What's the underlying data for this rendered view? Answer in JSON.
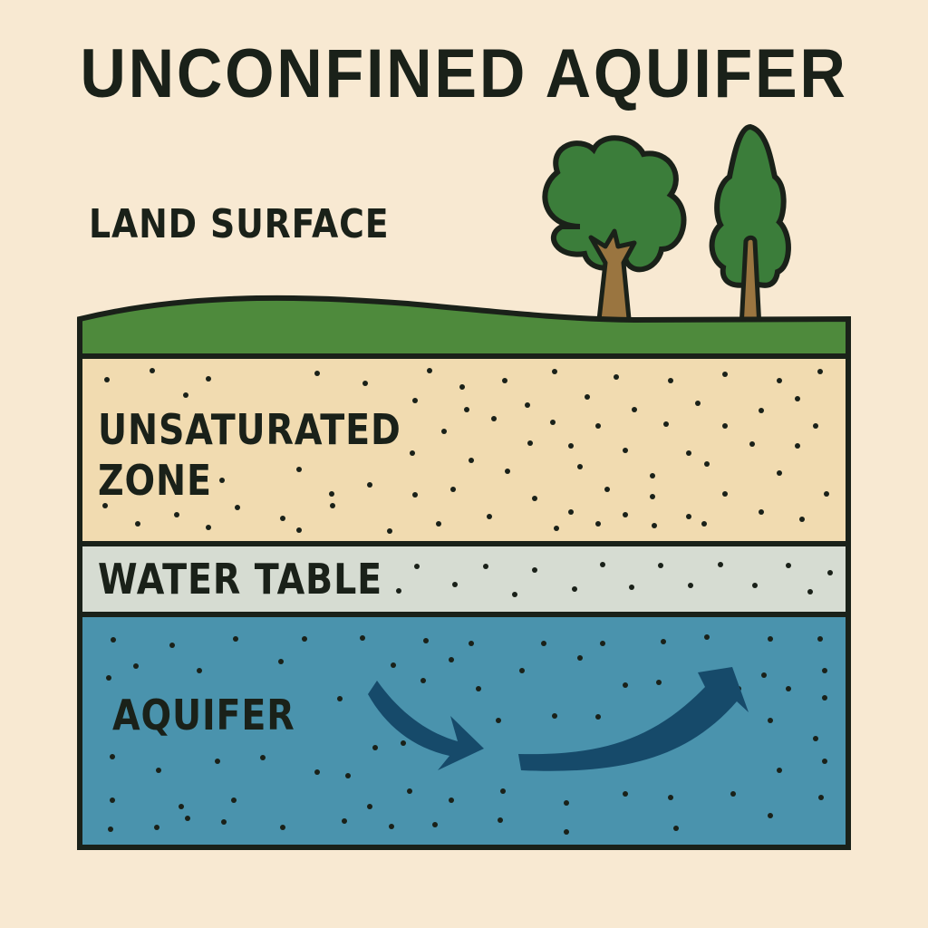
{
  "title": "UNCONFINED AQUIFER",
  "labels": {
    "land_surface": "LAND SURFACE",
    "unsaturated_zone": "UNSATURATED ZONE",
    "unsaturated_line1": "UNSATURATED",
    "unsaturated_line2": "ZONE",
    "water_table": "WATER TABLE",
    "aquifer": "AQUIFER"
  },
  "layers": [
    {
      "name": "land surface",
      "color": "#4e8a3c"
    },
    {
      "name": "unsaturated zone",
      "color": "#f1dbb0"
    },
    {
      "name": "water table",
      "color": "#d6dcd2"
    },
    {
      "name": "aquifer",
      "color": "#4a93ad"
    }
  ],
  "icons": [
    "broadleaf-tree-icon",
    "conifer-tree-icon",
    "groundwater-flow-arrow-icon"
  ],
  "colors": {
    "background": "#f8e9d2",
    "outline": "#1a2119",
    "tree_green": "#3b7d3a",
    "trunk": "#9a7540",
    "arrow": "#164a6a"
  }
}
